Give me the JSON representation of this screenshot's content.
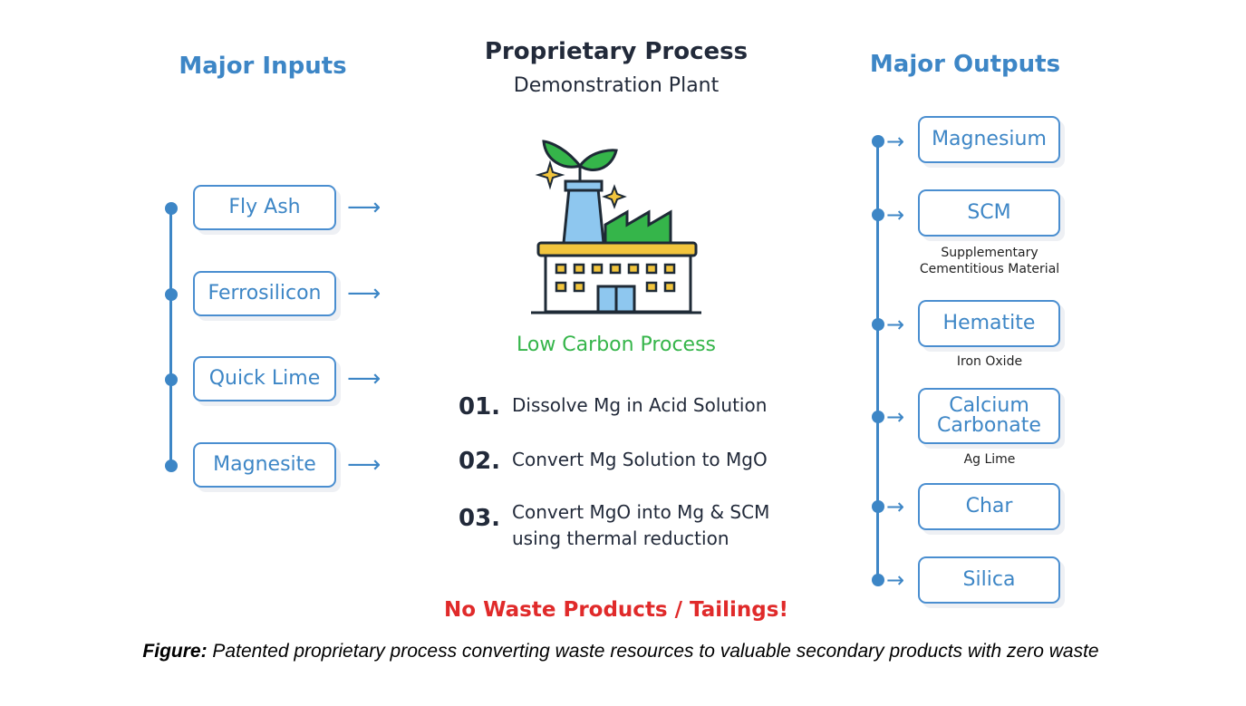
{
  "inputs": {
    "heading": "Major Inputs",
    "items": [
      {
        "label": "Fly Ash"
      },
      {
        "label": "Ferrosilicon"
      },
      {
        "label": "Quick Lime"
      },
      {
        "label": "Magnesite"
      }
    ]
  },
  "process": {
    "title": "Proprietary Process",
    "subtitle": "Demonstration Plant",
    "tagline": "Low Carbon Process",
    "steps": [
      {
        "num": "01.",
        "text": "Dissolve Mg in Acid Solution"
      },
      {
        "num": "02.",
        "text": "Convert Mg Solution to MgO"
      },
      {
        "num": "03.",
        "text": "Convert MgO into Mg & SCM using thermal reduction"
      }
    ],
    "no_waste": "No Waste Products / Tailings!",
    "icon": "factory-icon"
  },
  "outputs": {
    "heading": "Major Outputs",
    "items": [
      {
        "label": "Magnesium",
        "note": ""
      },
      {
        "label": "SCM",
        "note": "Supplementary Cementitious Material"
      },
      {
        "label": "Hematite",
        "note": "Iron Oxide"
      },
      {
        "label": "Calcium Carbonate",
        "note": "Ag Lime"
      },
      {
        "label": "Char",
        "note": ""
      },
      {
        "label": "Silica",
        "note": ""
      }
    ]
  },
  "figure_caption": {
    "prefix": "Figure:",
    "text": "Patented proprietary process converting waste resources to valuable secondary products with zero waste"
  },
  "colors": {
    "blue": "#3d86c6",
    "green": "#35b54a",
    "red": "#e02a2a",
    "dark": "#222a3a"
  }
}
